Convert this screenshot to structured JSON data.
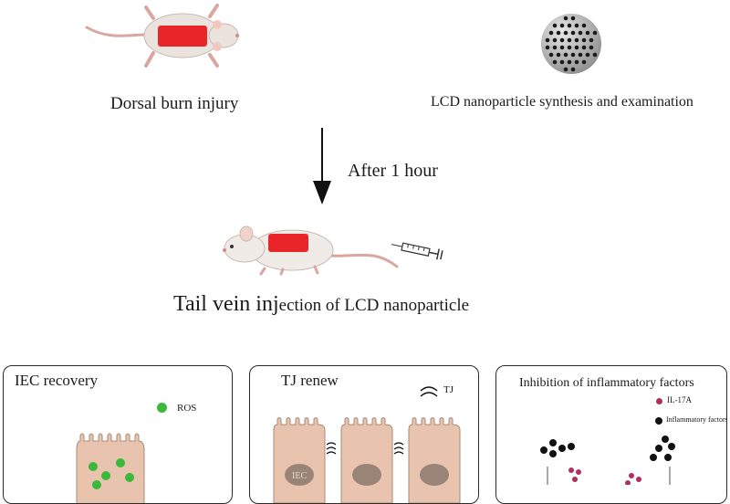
{
  "top": {
    "left_caption": "Dorsal burn injury",
    "right_caption": "LCD nanoparticle synthesis and examination"
  },
  "arrow": {
    "label": "After 1 hour"
  },
  "injection": {
    "caption_large": "Tail vein inj",
    "caption_small": "ection of LCD nanoparticle"
  },
  "panels": [
    {
      "title": "IEC recovery",
      "legend": [
        {
          "label": "ROS",
          "color": "#3cb83c"
        }
      ]
    },
    {
      "title": "TJ renew",
      "legend": [
        {
          "label": "TJ",
          "icon": "tight-junction-icon"
        }
      ],
      "cell_label": "IEC"
    },
    {
      "title": "Inhibition of inflammatory factors",
      "legend": [
        {
          "label": "IL-17A",
          "color": "#b0305a"
        },
        {
          "label": "Inflammatory factors",
          "color": "#111111"
        }
      ]
    }
  ],
  "colors": {
    "burn": "#e8262a",
    "cell": "#e8c4ae",
    "nucleus": "#9a8478",
    "nanoparticle": "#7a7a7a"
  }
}
